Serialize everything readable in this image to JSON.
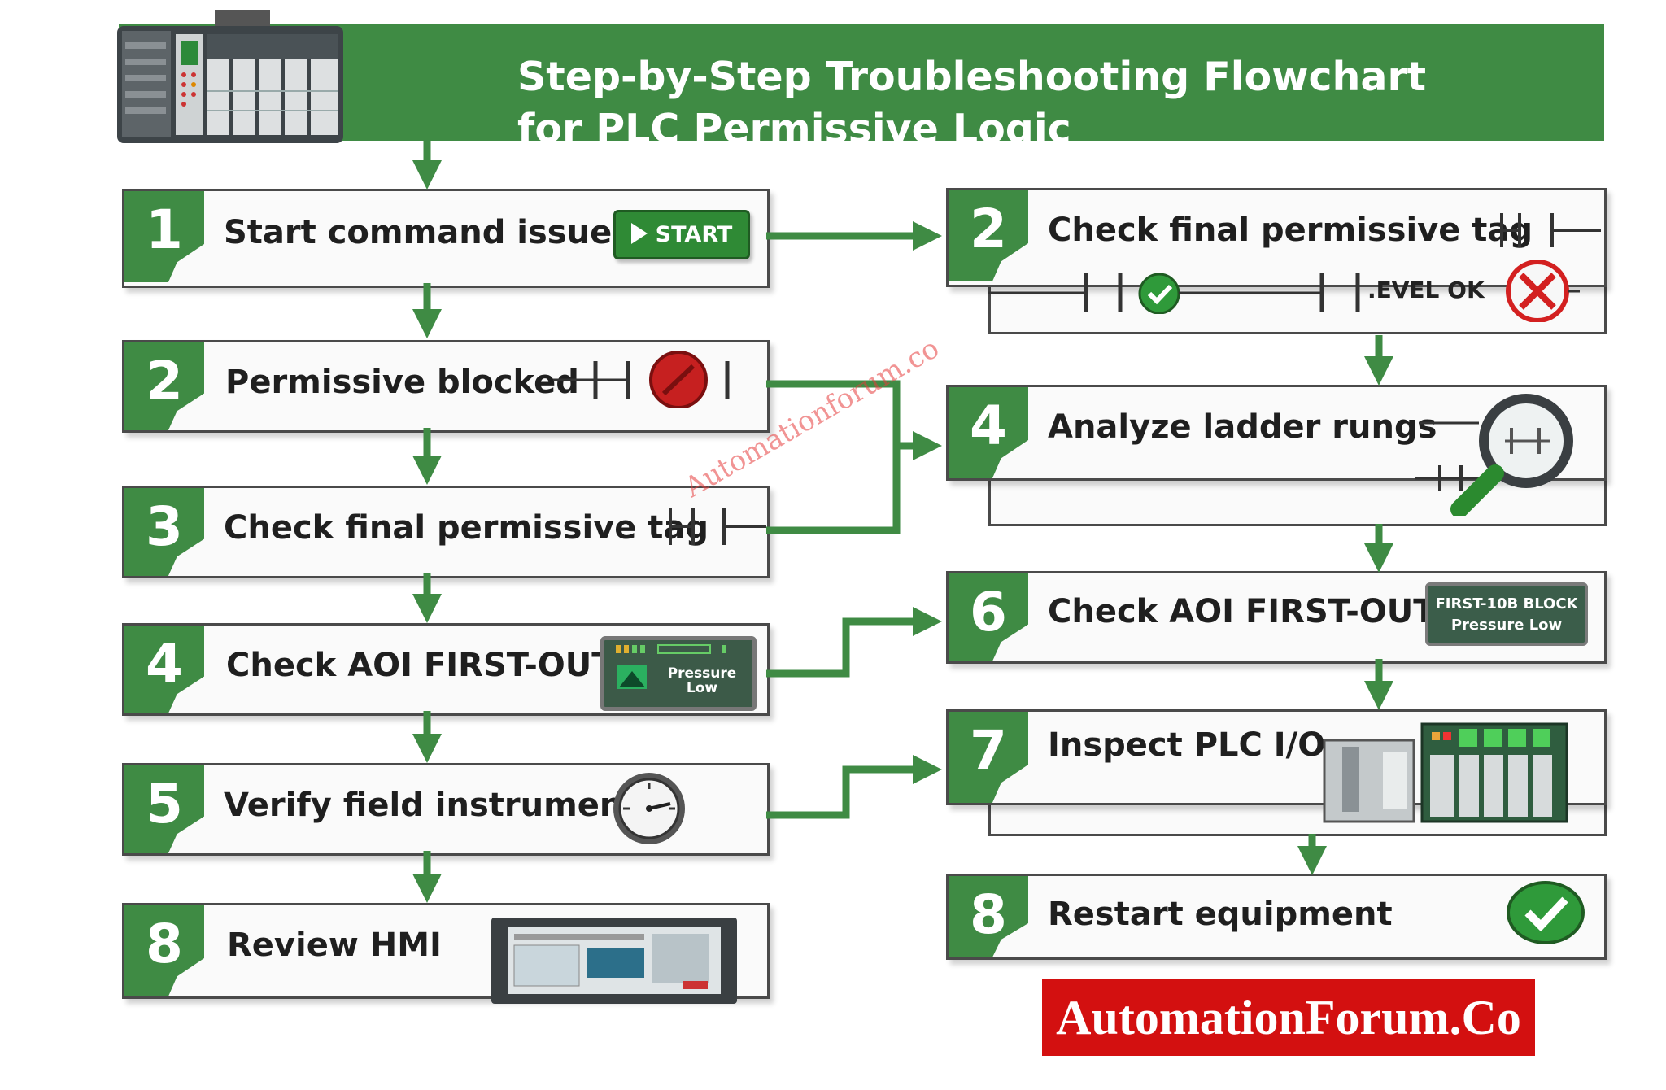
{
  "title": {
    "line1": "Step-by-Step Troubleshooting Flowchart",
    "line2": "for PLC Permissive Logic"
  },
  "left_steps": [
    {
      "num": "1",
      "label": "Start command issued"
    },
    {
      "num": "2",
      "label": "Permissive blocked"
    },
    {
      "num": "3",
      "label": "Check final permissive tag"
    },
    {
      "num": "4",
      "label": "Check AOI FIRST-OUT"
    },
    {
      "num": "5",
      "label": "Verify field instrument"
    },
    {
      "num": "8",
      "label": "Review HMI"
    }
  ],
  "right_steps": [
    {
      "num": "2",
      "label": "Check final permissive tag"
    },
    {
      "num": "4",
      "label": "Analyze ladder rungs"
    },
    {
      "num": "6",
      "label": "Check AOI FIRST-OUT"
    },
    {
      "num": "7",
      "label": "Inspect PLC I/O"
    },
    {
      "num": "8",
      "label": "Restart equipment"
    }
  ],
  "start_button": "START",
  "level_ok_text": ".EVEL OK",
  "aoi_panel": {
    "line1": "FIRST-10B BLOCK",
    "line2": "Pressure Low"
  },
  "aoi_screen": {
    "line1": "Pressure",
    "line2": "Low"
  },
  "watermark": "Automationforum.co",
  "brand": "AutomationForum.Co",
  "colors": {
    "green": "#3f8b44",
    "dark_green": "#2e6b33",
    "red": "#d31010",
    "border": "#4a4a4a"
  }
}
